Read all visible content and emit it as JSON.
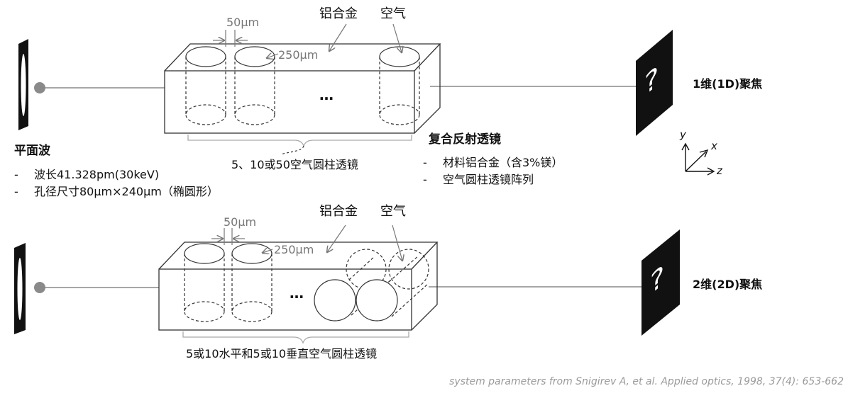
{
  "panel1": {
    "label_50um": "50µm",
    "label_250um": "250µm",
    "label_alloy": "铝合金",
    "label_air": "空气",
    "ellipsis": "…",
    "lens_caption": "5、10或50空气圆柱透镜",
    "compound_title": "复合反射透镜",
    "compound_items": [
      "材料铝合金（含3%镁）",
      "空气圆柱透镜阵列"
    ],
    "focus_label": "1维(1D)聚焦",
    "screen_glyph": "?"
  },
  "plane_wave": {
    "title": "平面波",
    "items": [
      "波长41.328pm(30keV)",
      "孔径尺寸80μm×240μm（椭圆形）"
    ]
  },
  "axes": {
    "y": "y",
    "x": "x",
    "z": "z"
  },
  "panel2": {
    "label_50um": "50µm",
    "label_250um": "250µm",
    "label_alloy": "铝合金",
    "label_air": "空气",
    "ellipsis": "…",
    "lens_caption": "5或10水平和5或10垂直空气圆柱透镜",
    "focus_label": "2维(2D)聚焦",
    "screen_glyph": "?"
  },
  "dash": "-",
  "citation": "system parameters from Snigirev A, et al. Applied optics, 1998, 37(4): 653-662"
}
